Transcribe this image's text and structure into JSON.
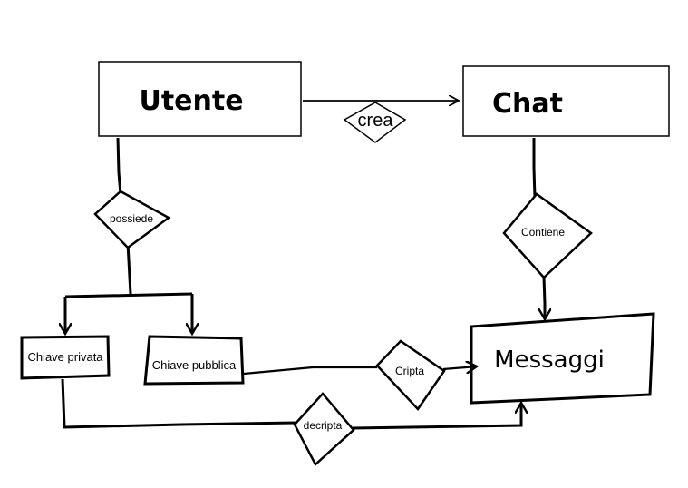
{
  "entities": {
    "utente": "Utente",
    "chat": "Chat",
    "messaggi": "Messaggi",
    "chiave_privata": "Chiave privata",
    "chiave_pubblica": "Chiave pubblica"
  },
  "relations": {
    "crea": "crea",
    "possiede": "possiede",
    "contiene": "Contiene",
    "cripta": "Cripta",
    "decripta": "decripta"
  }
}
